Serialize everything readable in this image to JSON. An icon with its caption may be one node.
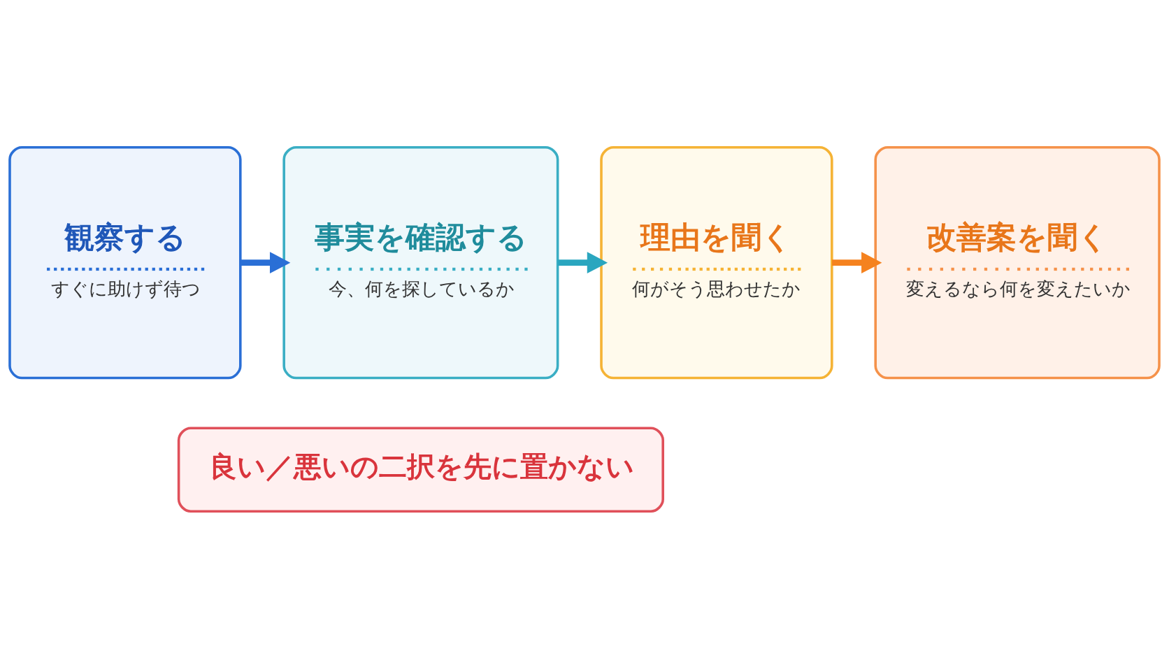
{
  "diagram": {
    "nodes": [
      {
        "text": [
          "観察する",
          "すぐに助けず待つ"
        ]
      },
      {
        "text": [
          "事実を確認する",
          "今、何を探しているか"
        ]
      },
      {
        "text": [
          "理由を聞く",
          "何がそう思わせたか"
        ]
      },
      {
        "text": [
          "改善案を聞く",
          "変えるなら何を変えたいか"
        ]
      },
      {
        "text": [
          "良い／悪いの二択を先に置かない"
        ]
      }
    ],
    "edges": [
      {
        "from": 0,
        "to": 1,
        "arrow": "to",
        "color": "#2a6fd6"
      },
      {
        "from": 1,
        "to": 2,
        "arrow": "to",
        "color": "#2aa6bf"
      },
      {
        "from": 2,
        "to": 3,
        "arrow": "to",
        "color": "#f5821f"
      }
    ]
  }
}
